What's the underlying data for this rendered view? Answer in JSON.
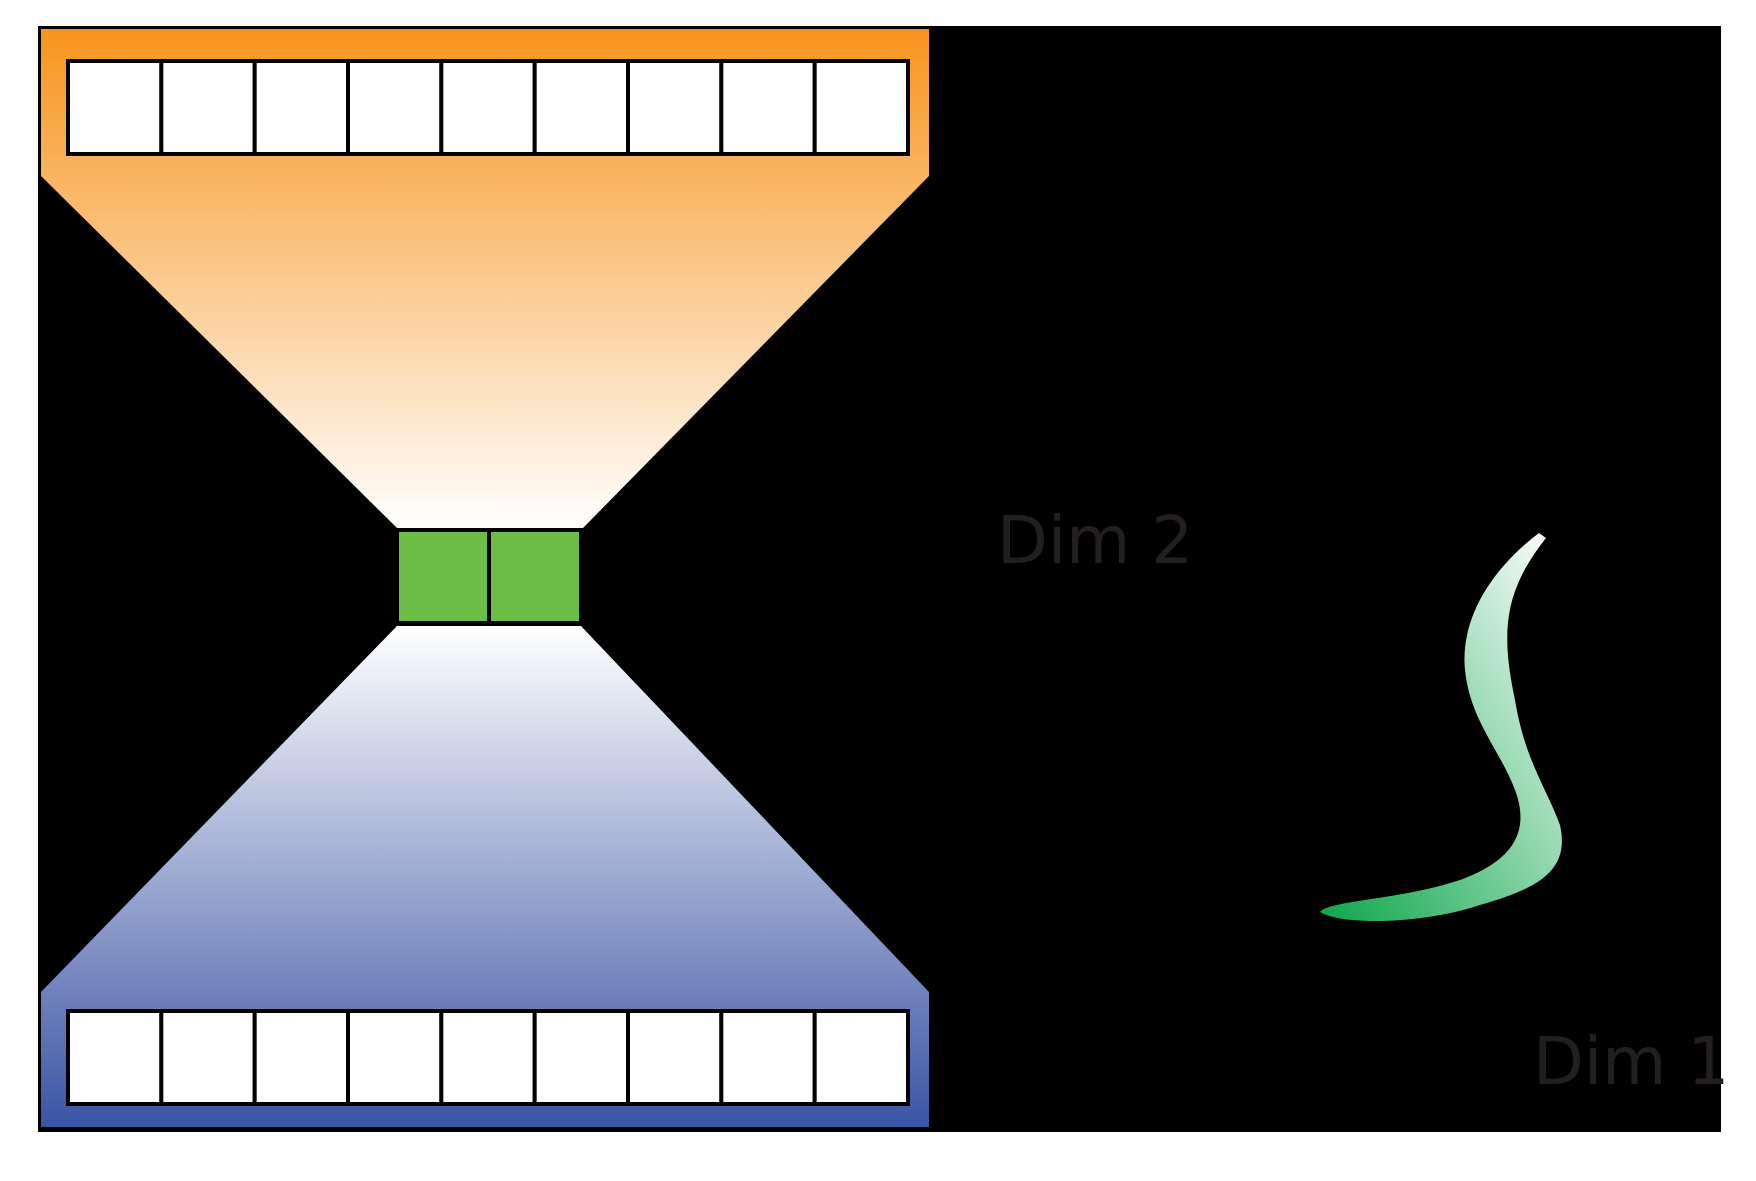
{
  "labels": {
    "dim2": "Dim 2",
    "dim1": "Dim 1"
  },
  "encoder": {
    "input_cells": 9,
    "gradient_top": "#f7941d",
    "gradient_bottom": "#ffffff"
  },
  "latent": {
    "cells": 2,
    "color": "#6bbd45"
  },
  "decoder": {
    "output_cells": 9,
    "gradient_top": "#ffffff",
    "gradient_bottom": "#3a54a4"
  },
  "latent_space": {
    "curve_color_start": "#ffffff",
    "curve_color_end": "#0da64b"
  },
  "colors": {
    "background": "#000000",
    "text": "#231f20",
    "cell_fill": "#ffffff",
    "cell_stroke": "#000000"
  }
}
